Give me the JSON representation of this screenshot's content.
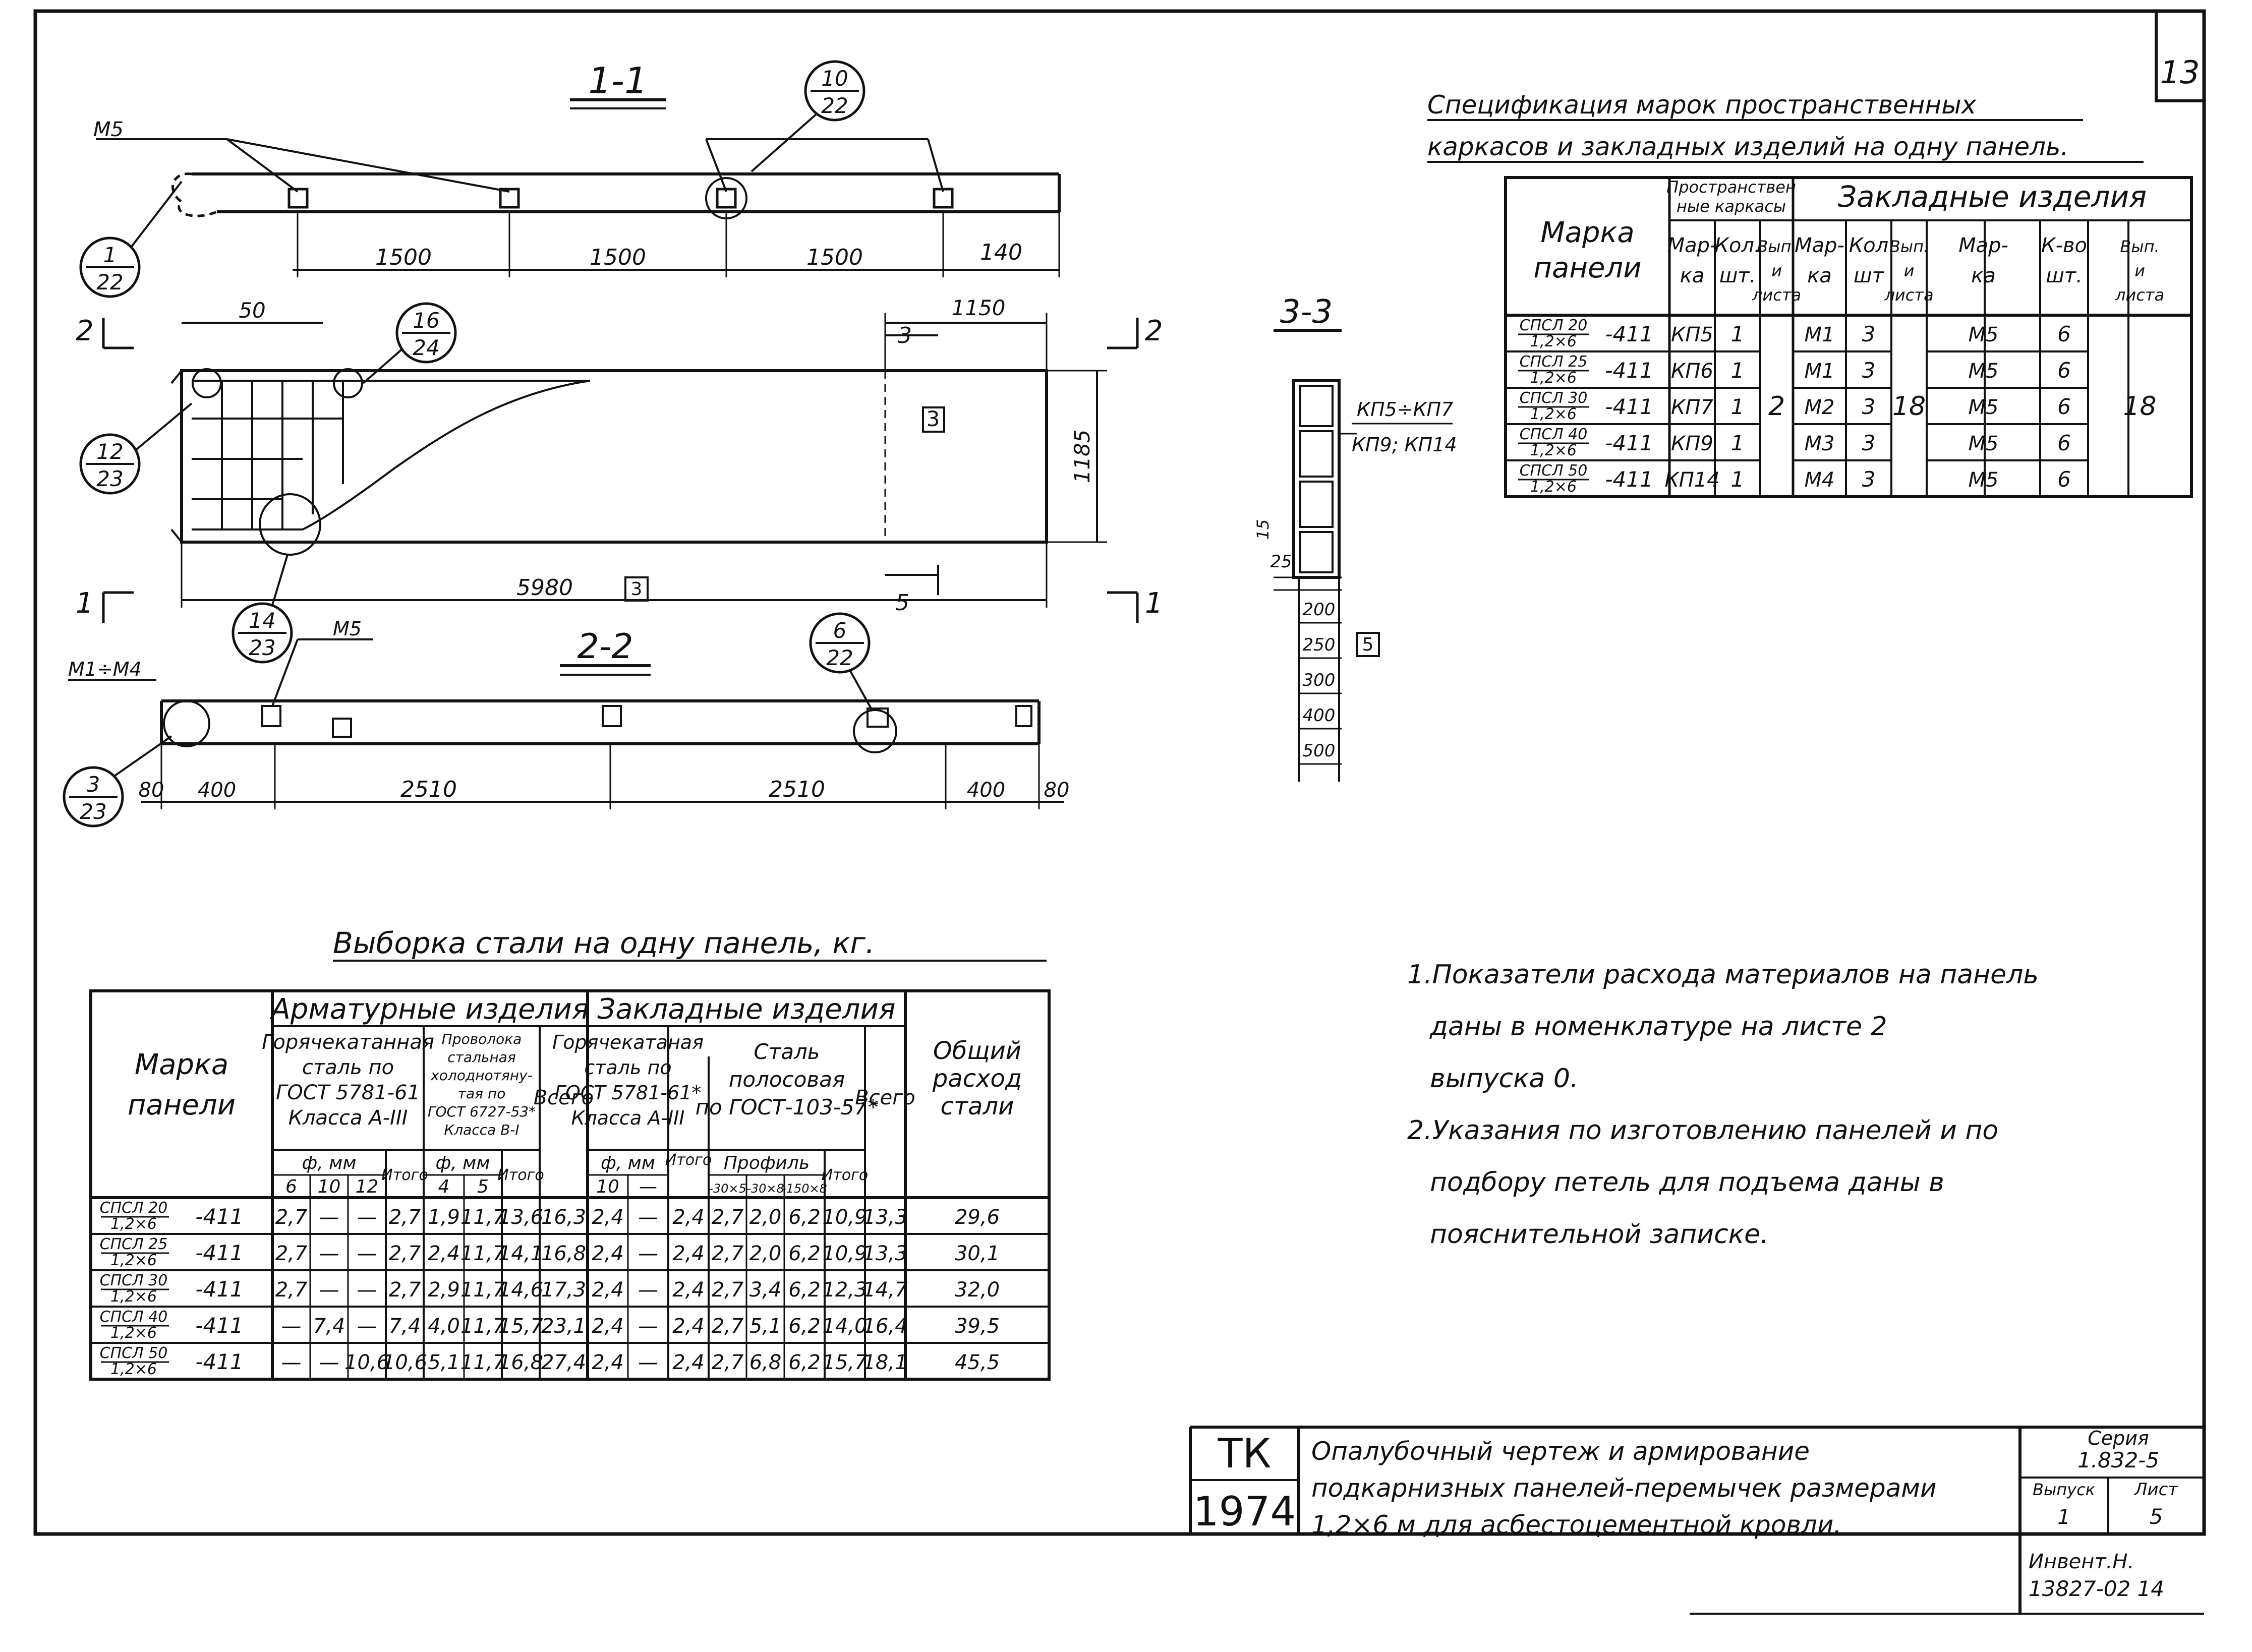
{
  "sheet": {
    "number": "13",
    "notes": [
      "1.Показатели расхода материалов на панель",
      "даны в номенклатуре на листе 2",
      "выпуска 0.",
      "2.Указания по изготовлению панелей и по",
      "подбору петель для подъема даны в",
      "пояснительной записке."
    ]
  },
  "drawing": {
    "sections": {
      "s11": "1-1",
      "s22": "2-2",
      "s33": "3-3"
    },
    "cut_marks": {
      "c1": "1",
      "c2": "2",
      "c3": "3",
      "c5": "5"
    },
    "callouts": [
      {
        "num": "10",
        "sheet": "22"
      },
      {
        "num": "1",
        "sheet": "22"
      },
      {
        "num": "16",
        "sheet": "24"
      },
      {
        "num": "12",
        "sheet": "23"
      },
      {
        "num": "14",
        "sheet": "23"
      },
      {
        "num": "6",
        "sheet": "22"
      },
      {
        "num": "3",
        "sheet": "23"
      }
    ],
    "labels": {
      "m5_a": "M5",
      "m5_b": "M5",
      "m1m4": "M1÷M4",
      "kp_range": "КП5÷КП7",
      "kp_pair": "КП9; КП14",
      "tag3": "3",
      "tag5": "5"
    },
    "dims_11": [
      "1500",
      "1500",
      "1500",
      "140"
    ],
    "dims_plan": {
      "d50": "50",
      "d1150": "1150",
      "d1185": "1185",
      "d5980": "5980"
    },
    "dims_22": [
      "80",
      "400",
      "2510",
      "2510",
      "400",
      "80"
    ],
    "dims_33": [
      "15",
      "25",
      "200",
      "250",
      "300",
      "400",
      "500"
    ]
  },
  "spec_table": {
    "title_line1": "Спецификация марок пространственных",
    "title_line2": "каркасов и закладных изделий на одну панель.",
    "head_mark": [
      "Марка",
      "панели"
    ],
    "head_frames": [
      "Пространствен",
      "ные каркасы"
    ],
    "head_embedded": "Закладные изделия",
    "sub_heads": [
      [
        "Мар-",
        "ка"
      ],
      [
        "Кол.",
        "шт."
      ],
      [
        "Вып.",
        "и",
        "листа"
      ],
      [
        "Мар-",
        "ка"
      ],
      [
        "Кол",
        "шт"
      ],
      [
        "Вып.",
        "и",
        "листа"
      ],
      [
        "Мар-",
        "ка"
      ],
      [
        "К-во",
        "шт."
      ],
      [
        "Вып.",
        "и",
        "листа"
      ]
    ],
    "rows": [
      {
        "mark_top": "СПСЛ 20",
        "mark_bot": "1,2×6",
        "suffix": "-411",
        "frame": "КП5",
        "qty": "1",
        "emb": "М1",
        "emb_qty": "3",
        "m5": "М5",
        "m5_qty": "6"
      },
      {
        "mark_top": "СПСЛ 25",
        "mark_bot": "1,2×6",
        "suffix": "-411",
        "frame": "КП6",
        "qty": "1",
        "emb": "М1",
        "emb_qty": "3",
        "m5": "М5",
        "m5_qty": "6"
      },
      {
        "mark_top": "СПСЛ 30",
        "mark_bot": "1,2×6",
        "suffix": "-411",
        "frame": "КП7",
        "qty": "1",
        "emb": "М2",
        "emb_qty": "3",
        "m5": "М5",
        "m5_qty": "6"
      },
      {
        "mark_top": "СПСЛ 40",
        "mark_bot": "1,2×6",
        "suffix": "-411",
        "frame": "КП9",
        "qty": "1",
        "emb": "М3",
        "emb_qty": "3",
        "m5": "М5",
        "m5_qty": "6"
      },
      {
        "mark_top": "СПСЛ 50",
        "mark_bot": "1,2×6",
        "suffix": "-411",
        "frame": "КП14",
        "qty": "1",
        "emb": "М4",
        "emb_qty": "3",
        "m5": "М5",
        "m5_qty": "6"
      }
    ],
    "merged": {
      "frame_issue": "2",
      "emb_issue": "18",
      "m5_issue": "18"
    }
  },
  "steel_table": {
    "title": "Выборка стали на одну панель, кг.",
    "head_mark": [
      "Марка",
      "панели"
    ],
    "head_rebar": "Арматурные изделия",
    "head_embedded": "Закладные изделия",
    "rebar_hot": [
      "Горячекатанная",
      "сталь по",
      "ГОСТ 5781-61",
      "Класса А-III"
    ],
    "rebar_wire": [
      "Проволока",
      "стальная",
      "холоднотяну-",
      "тая по",
      "ГОСТ 6727-53*",
      "Класса В-I"
    ],
    "emb_hot": [
      "Горячекатаная",
      "сталь по",
      "ГОСТ 5781-61*",
      "Класса А-III"
    ],
    "emb_strip": [
      "Сталь",
      "полосовая",
      "по ГОСТ-103-57*"
    ],
    "total_label": "Всего",
    "grand_total": [
      "Общий",
      "расход",
      "стали"
    ],
    "phi_mm": "ф, мм",
    "profile": "Профиль",
    "itogo": "Итого",
    "sub_cols": [
      "6",
      "10",
      "12",
      "4",
      "5",
      "10",
      "—",
      "-30×5",
      "-30×8",
      "-150×8"
    ],
    "rows": [
      {
        "mark_top": "СПСЛ 20",
        "mark_bot": "1,2×6",
        "suffix": "-411",
        "c": [
          "2,7",
          "—",
          "—",
          "2,7",
          "1,9",
          "11,7",
          "13,6",
          "16,3",
          "2,4",
          "—",
          "2,4",
          "2,7",
          "2,0",
          "6,2",
          "10,9",
          "13,3",
          "29,6"
        ]
      },
      {
        "mark_top": "СПСЛ 25",
        "mark_bot": "1,2×6",
        "suffix": "-411",
        "c": [
          "2,7",
          "—",
          "—",
          "2,7",
          "2,4",
          "11,7",
          "14,1",
          "16,8",
          "2,4",
          "—",
          "2,4",
          "2,7",
          "2,0",
          "6,2",
          "10,9",
          "13,3",
          "30,1"
        ]
      },
      {
        "mark_top": "СПСЛ 30",
        "mark_bot": "1,2×6",
        "suffix": "-411",
        "c": [
          "2,7",
          "—",
          "—",
          "2,7",
          "2,9",
          "11,7",
          "14,6",
          "17,3",
          "2,4",
          "—",
          "2,4",
          "2,7",
          "3,4",
          "6,2",
          "12,3",
          "14,7",
          "32,0"
        ]
      },
      {
        "mark_top": "СПСЛ 40",
        "mark_bot": "1,2×6",
        "suffix": "-411",
        "c": [
          "—",
          "7,4",
          "—",
          "7,4",
          "4,0",
          "11,7",
          "15,7",
          "23,1",
          "2,4",
          "—",
          "2,4",
          "2,7",
          "5,1",
          "6,2",
          "14,0",
          "16,4",
          "39,5"
        ]
      },
      {
        "mark_top": "СПСЛ 50",
        "mark_bot": "1,2×6",
        "suffix": "-411",
        "c": [
          "—",
          "—",
          "10,6",
          "10,6",
          "5,1",
          "11,7",
          "16,8",
          "27,4",
          "2,4",
          "—",
          "2,4",
          "2,7",
          "6,8",
          "6,2",
          "15,7",
          "18,1",
          "45,5"
        ]
      }
    ]
  },
  "title_block": {
    "org": "ТК",
    "year": "1974",
    "desc": [
      "Опалубочный чертеж и армирование",
      "подкарнизных панелей-перемычек размерами",
      "1,2×6 м для асбестоцементной кровли."
    ],
    "series_label": "Серия",
    "series": "1.832-5",
    "issue_label": "Выпуск",
    "issue": "1",
    "sheet_label": "Лист",
    "sheet": "5",
    "inv_label": "Инвент.Н.",
    "inv": "13827-02 14"
  }
}
